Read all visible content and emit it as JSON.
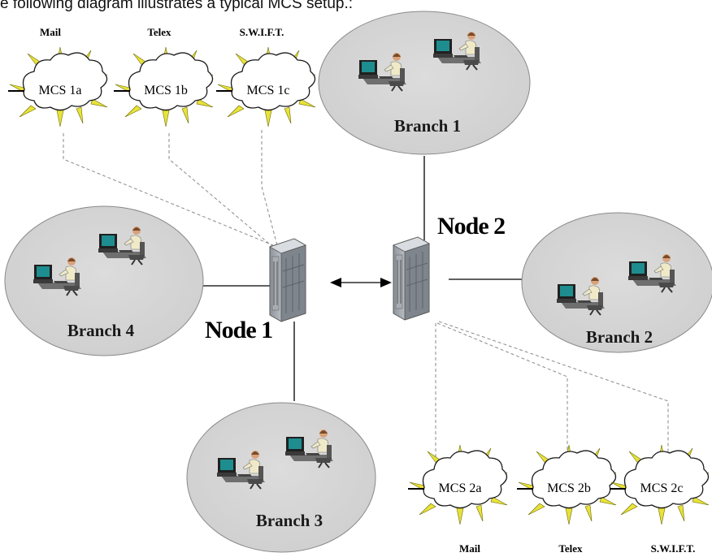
{
  "intro_text": "e following diagram illustrates a typical MCS setup.:",
  "nodes": [
    {
      "id": "node-1",
      "label": "Node 1"
    },
    {
      "id": "node-2",
      "label": "Node 2"
    }
  ],
  "branches": [
    {
      "id": "branch-1",
      "label": "Branch 1"
    },
    {
      "id": "branch-2",
      "label": "Branch 2"
    },
    {
      "id": "branch-3",
      "label": "Branch 3"
    },
    {
      "id": "branch-4",
      "label": "Branch 4"
    }
  ],
  "mcs_servers": [
    {
      "id": "mcs-1a",
      "label": "MCS 1a",
      "medium": "Mail"
    },
    {
      "id": "mcs-1b",
      "label": "MCS 1b",
      "medium": "Telex"
    },
    {
      "id": "mcs-1c",
      "label": "MCS 1c",
      "medium": "S.W.I.F.T."
    },
    {
      "id": "mcs-2a",
      "label": "MCS 2a",
      "medium": "Mail"
    },
    {
      "id": "mcs-2b",
      "label": "MCS 2b",
      "medium": "Telex"
    },
    {
      "id": "mcs-2c",
      "label": "MCS 2c",
      "medium": "S.W.I.F.T."
    }
  ],
  "colors": {
    "branch_fill": "#d4d4d4",
    "cloud_spike": "#e8e23a",
    "dashed_link": "#8a8a8a",
    "server": "#b9bfc6"
  }
}
